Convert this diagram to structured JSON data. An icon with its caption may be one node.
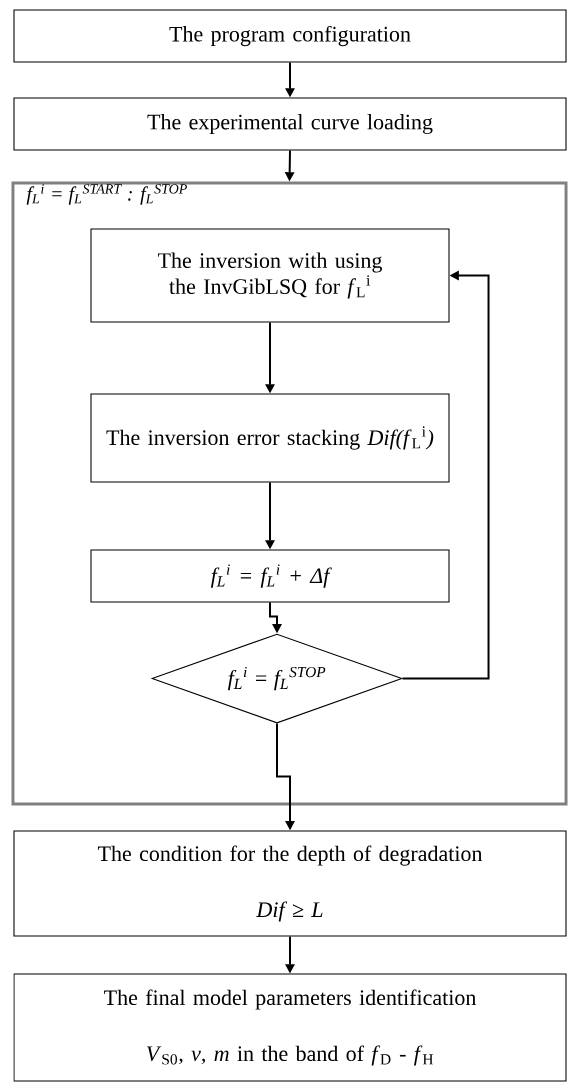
{
  "diagram": {
    "nodes": [
      {
        "text": [
          "The program configuration"
        ]
      },
      {
        "text": [
          "The experimental curve loading"
        ]
      },
      {
        "text": [
          "f$_{L}$$^{i}$ = f$_{L}$$^{START}$ : f$_{L}$$^{STOP}$"
        ]
      },
      {
        "text": [
          "The inversion with using the InvGibLSQ for *f*$_{L}$$^{i}$"
        ],
        "in": 2
      },
      {
        "text": [
          "The inversion error stacking *Dif(f*$_{L}$$^{i}$*)*"
        ],
        "in": 2
      },
      {
        "text": [
          "f$_{L}$$^{i}$ = f$_{L}$$^{i}$ + Δf"
        ],
        "in": 2
      },
      {
        "text": [
          "f$_{L}$$^{i}$ = f$_{L}$$^{STOP}$"
        ],
        "in": 2
      },
      {
        "text": [
          "The condition for the depth of degradation",
          "*Dif ≥ L*"
        ]
      },
      {
        "text": [
          "The final model parameters identification",
          "*V*$_{S0}$*, ν, m* in the band of *f*$_{D}$ - *f*$_{H}$"
        ]
      }
    ],
    "edges": [
      {
        "from": 0,
        "to": 1,
        "arrow": "to"
      },
      {
        "from": 1,
        "to": 2,
        "arrow": "to"
      },
      {
        "from": 3,
        "to": 4,
        "arrow": "to"
      },
      {
        "from": 4,
        "to": 5,
        "arrow": "to"
      },
      {
        "from": 5,
        "to": 6,
        "arrow": "to"
      },
      {
        "from": 6,
        "to": 3,
        "arrow": "to"
      },
      {
        "from": 6,
        "to": 7,
        "arrow": "to"
      },
      {
        "from": 7,
        "to": 8,
        "arrow": "to"
      }
    ]
  }
}
